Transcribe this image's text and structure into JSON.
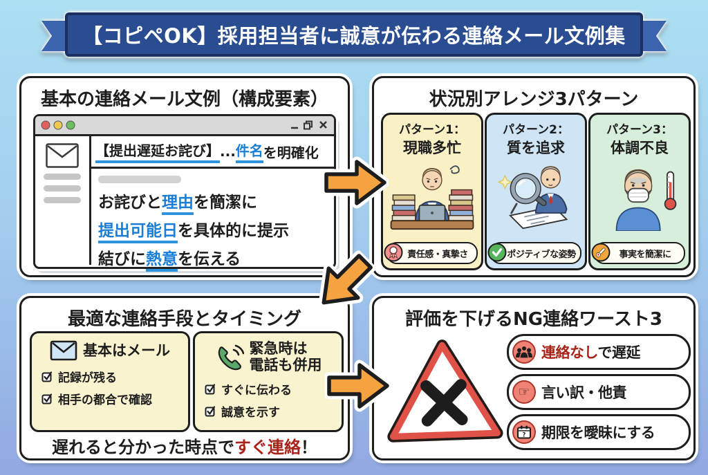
{
  "banner": {
    "title": "【コピペOK】採用担当者に誠意が伝わる連絡メール文例集"
  },
  "panels": {
    "email": {
      "title": "基本の連絡メール文例（構成要素）",
      "window": {
        "traffic_lights": [
          "#e35f5f",
          "#edc84e",
          "#6cbf5e"
        ],
        "subject": {
          "underlined": "【提出遅延お詫び】",
          "dots": "...",
          "keyword": "件名",
          "rest": "を明確化"
        },
        "body_lines": [
          {
            "pre": "お詫びと",
            "keyword": "理由",
            "post": "を簡潔に"
          },
          {
            "pre": "",
            "keyword": "提出可能日",
            "post": "を具体的に提示"
          },
          {
            "pre": "結びに",
            "keyword": "熱意",
            "post": "を伝える"
          }
        ]
      }
    },
    "patterns": {
      "title": "状況別アレンジ3パターン",
      "cards": [
        {
          "label1": "パターン1：",
          "label2": "現職多忙",
          "tag": "責任感・真摯さ",
          "bg": "#f9f0c5",
          "tag_icon": "medal-icon",
          "illustration": "busy-worker-at-desk"
        },
        {
          "label1": "パターン2：",
          "label2": "質を追求",
          "tag": "ポジティブな姿勢",
          "bg": "#cfe5f6",
          "tag_icon": "check-icon",
          "illustration": "man-with-magnifier"
        },
        {
          "label1": "パターン3：",
          "label2": "体調不良",
          "tag": "事実を簡潔に",
          "bg": "#d7eeda",
          "tag_icon": "thermometer-icon",
          "illustration": "sick-person-with-mask"
        }
      ]
    },
    "contact": {
      "title": "最適な連絡手段とタイミング",
      "cards": [
        {
          "heading1": "基本はメール",
          "heading2": "",
          "icon": "envelope-icon",
          "items": [
            "記録が残る",
            "相手の都合で確認"
          ]
        },
        {
          "heading1": "緊急時は",
          "heading2": "電話も併用",
          "icon": "phone-icon",
          "items": [
            "すぐに伝わる",
            "誠意を示す"
          ]
        }
      ],
      "footer": {
        "pre": "遅れると分かった時点で",
        "emphasis": "すぐ連絡",
        "post": "！"
      }
    },
    "ng": {
      "title": "評価を下げるNG連絡ワースト3",
      "items": [
        {
          "emphasis": "連絡なし",
          "rest": "で遅延",
          "icon": "people-icon"
        },
        {
          "emphasis": "",
          "rest": "言い訳・他責",
          "icon": "pointing-finger-icon"
        },
        {
          "emphasis": "",
          "rest": "期限を曖昧にする",
          "icon": "calendar-question-icon"
        }
      ]
    }
  },
  "colors": {
    "banner_bg": "#2a4d92",
    "banner_border": "#1b2f60",
    "ribbon_tail": "#3c63ae",
    "background_top": "#ace0f3",
    "background_bottom": "#92a9e2",
    "accent_underline_blue": "#2e93dd",
    "link_text_blue": "#1b7ed6",
    "arrow_orange": "#f4a340",
    "alert_red": "#a82318",
    "ng_icon_bg": "#ef8274",
    "warning_triangle_red": "#e05248",
    "card_yellow": "#f9f0c5",
    "card_blue": "#cfe5f6",
    "card_green": "#d7eeda",
    "subcard_yellow": "#faf3cf"
  }
}
